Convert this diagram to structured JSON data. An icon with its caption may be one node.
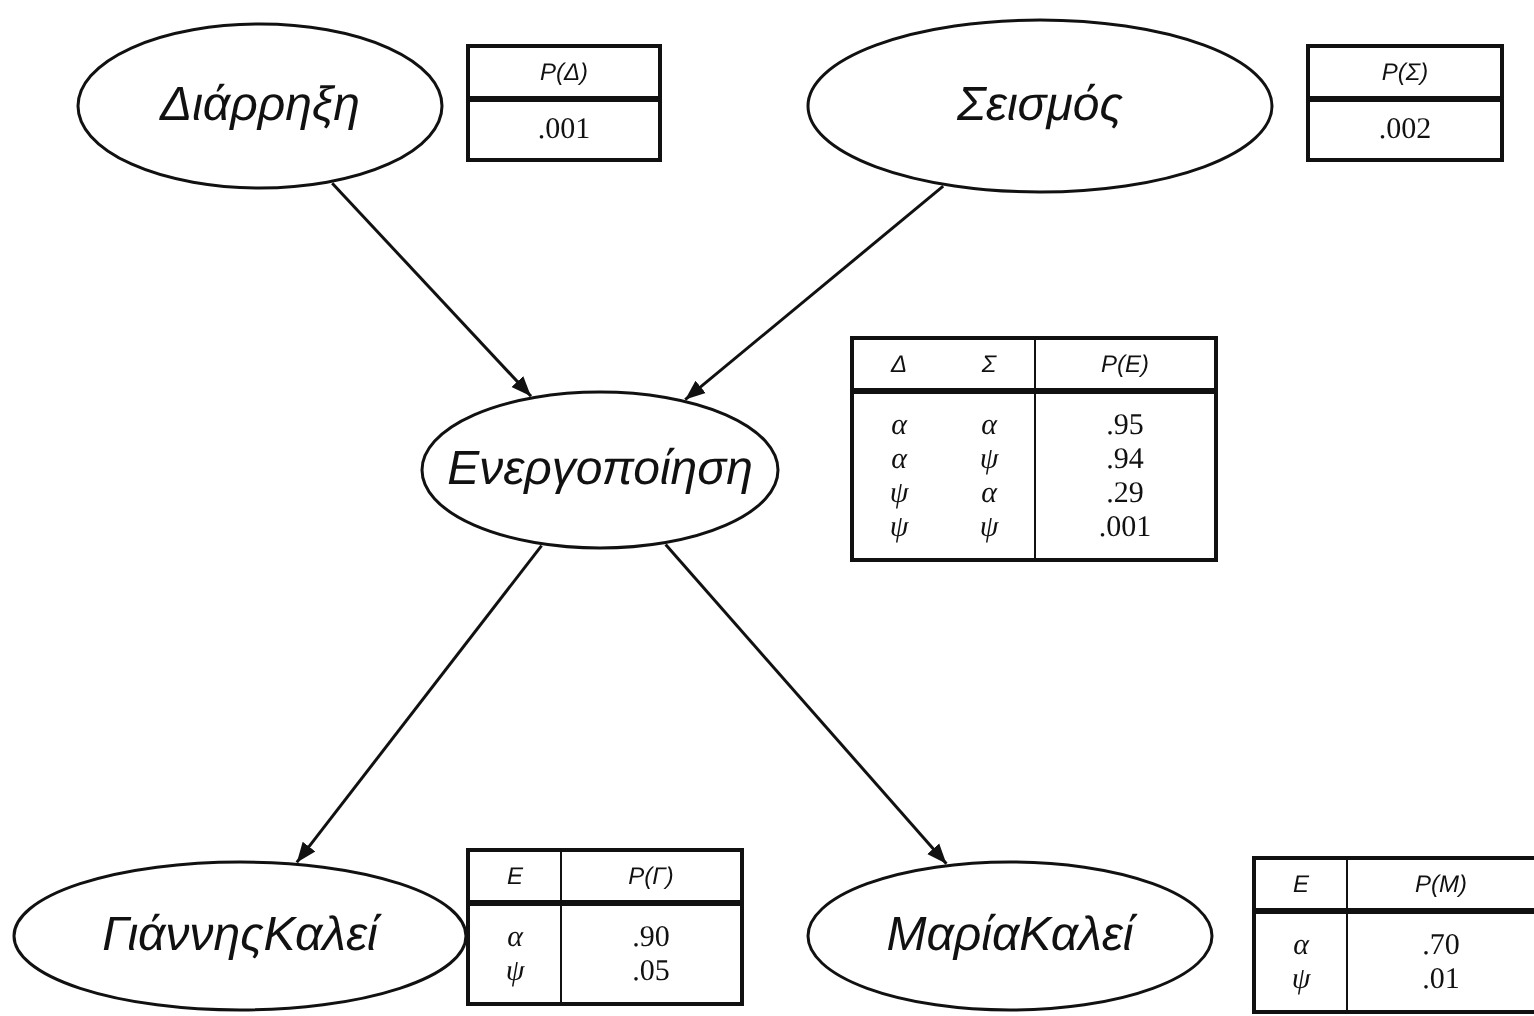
{
  "diagram": {
    "nodes": [
      {
        "text": [
          "Διάρρηξη"
        ]
      },
      {
        "text": [
          "Σεισμός"
        ]
      },
      {
        "text": [
          "Ενεργοποίηση"
        ]
      },
      {
        "text": [
          "ΓιάννηςΚαλεί"
        ]
      },
      {
        "text": [
          "ΜαρίαΚαλεί"
        ]
      }
    ],
    "edges": [
      {
        "from": 0,
        "to": 2,
        "arrow": "to"
      },
      {
        "from": 1,
        "to": 2,
        "arrow": "to"
      },
      {
        "from": 2,
        "to": 3,
        "arrow": "to"
      },
      {
        "from": 2,
        "to": 4,
        "arrow": "to"
      }
    ],
    "labels": [
      "P(Δ)",
      ".001",
      "P(Σ)",
      ".002",
      "Δ",
      "Σ",
      "P(E)",
      "α",
      "α",
      ".95",
      "α",
      "ψ",
      ".94",
      "ψ",
      "α",
      ".29",
      "ψ",
      "ψ",
      ".001",
      "E",
      "P(Γ)",
      "α",
      ".90",
      "ψ",
      ".05",
      "E",
      "P(M)",
      "α",
      ".70",
      "ψ",
      ".01"
    ]
  }
}
